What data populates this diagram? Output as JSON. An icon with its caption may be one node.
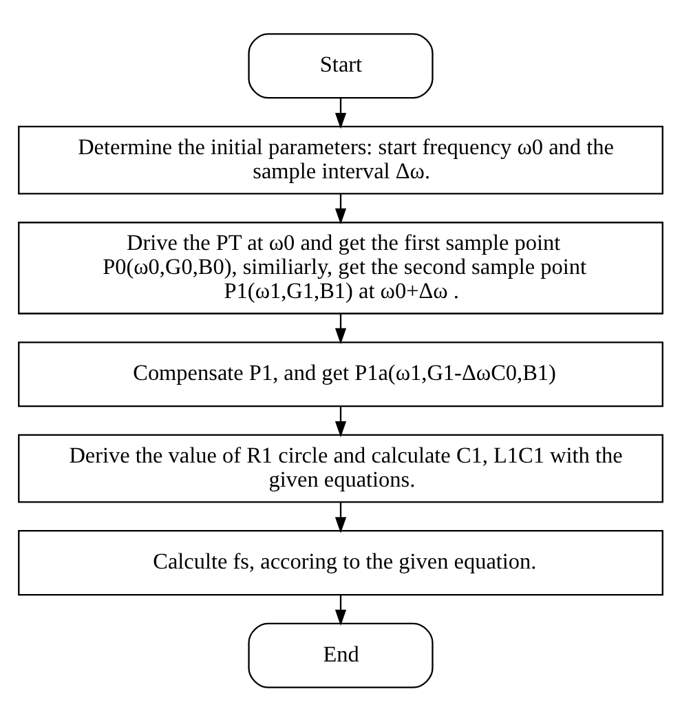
{
  "diagram": {
    "nodes": [
      {
        "text": [
          "Start"
        ]
      },
      {
        "text": [
          "Determine the initial parameters: start frequency ω0 and the sample interval Δω."
        ]
      },
      {
        "text": [
          "Drive the PT at ω0 and get the first sample point P0(ω0,G0,B0), similiarly, get the second sample point P1(ω1,G1,B1) at ω0+Δω ."
        ]
      },
      {
        "text": [
          "Compensate P1, and get P1a(ω1,G1-ΔωC0,B1)"
        ]
      },
      {
        "text": [
          "Derive the value of R1 circle and calculate C1, L1C1 with the given equations."
        ]
      },
      {
        "text": [
          "Calculte fs, accoring to the given equation."
        ]
      },
      {
        "text": [
          "End"
        ]
      }
    ],
    "edges": [
      {
        "from": 0,
        "to": 1,
        "arrow": "to"
      },
      {
        "from": 1,
        "to": 2,
        "arrow": "to"
      },
      {
        "from": 2,
        "to": 3,
        "arrow": "to"
      },
      {
        "from": 3,
        "to": 4,
        "arrow": "to"
      },
      {
        "from": 4,
        "to": 5,
        "arrow": "to"
      },
      {
        "from": 5,
        "to": 6,
        "arrow": "to"
      }
    ]
  }
}
